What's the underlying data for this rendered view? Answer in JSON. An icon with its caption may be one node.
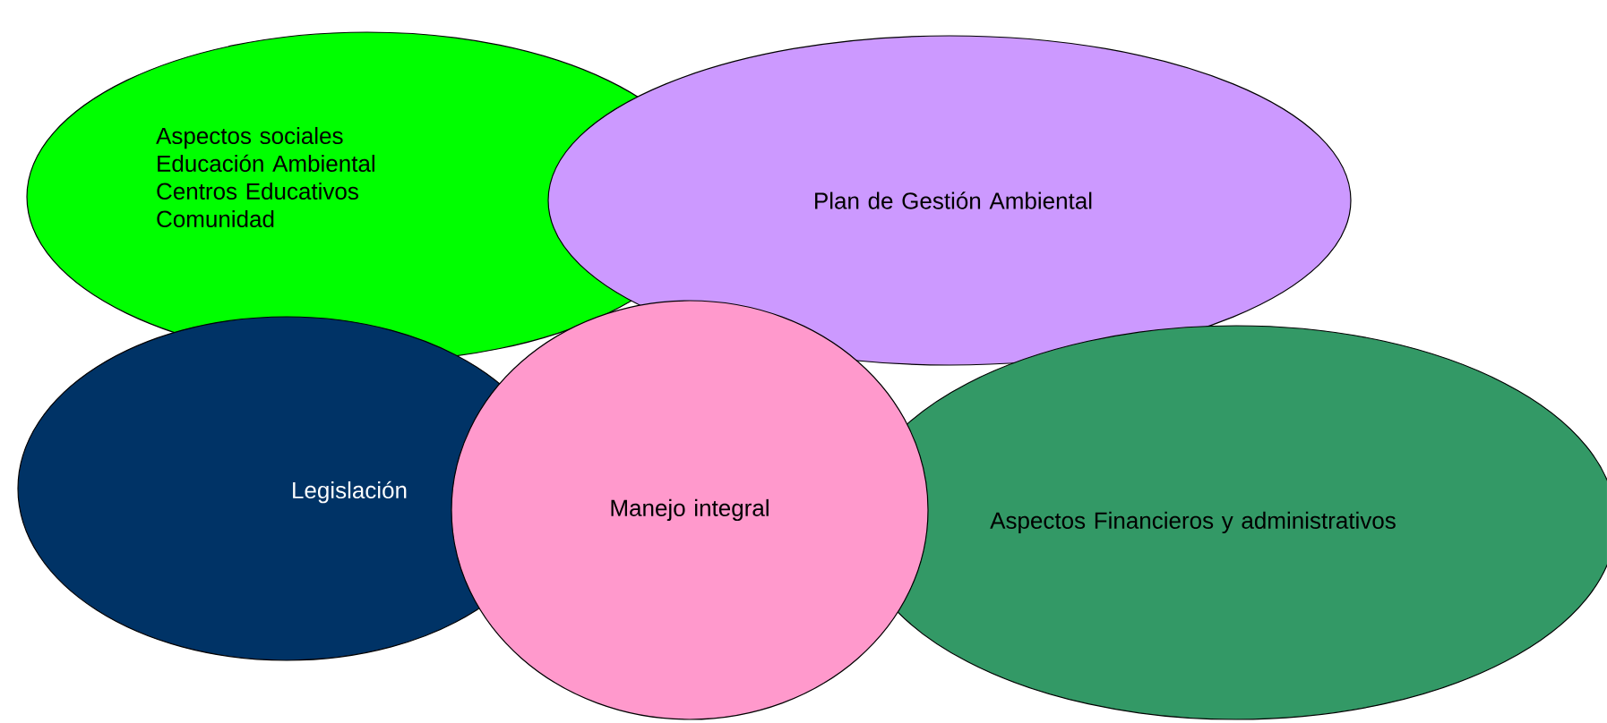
{
  "diagram": {
    "nodes": [
      {
        "text": [
          "Aspectos sociales",
          "Educación Ambiental",
          "Centros Educativos",
          "Comunidad"
        ]
      },
      {
        "text": [
          "Plan de Gestión Ambiental"
        ]
      },
      {
        "text": [
          "Legislación"
        ]
      },
      {
        "text": [
          "Manejo integral"
        ]
      },
      {
        "text": [
          "Aspectos Financieros y administrativos"
        ]
      }
    ]
  }
}
